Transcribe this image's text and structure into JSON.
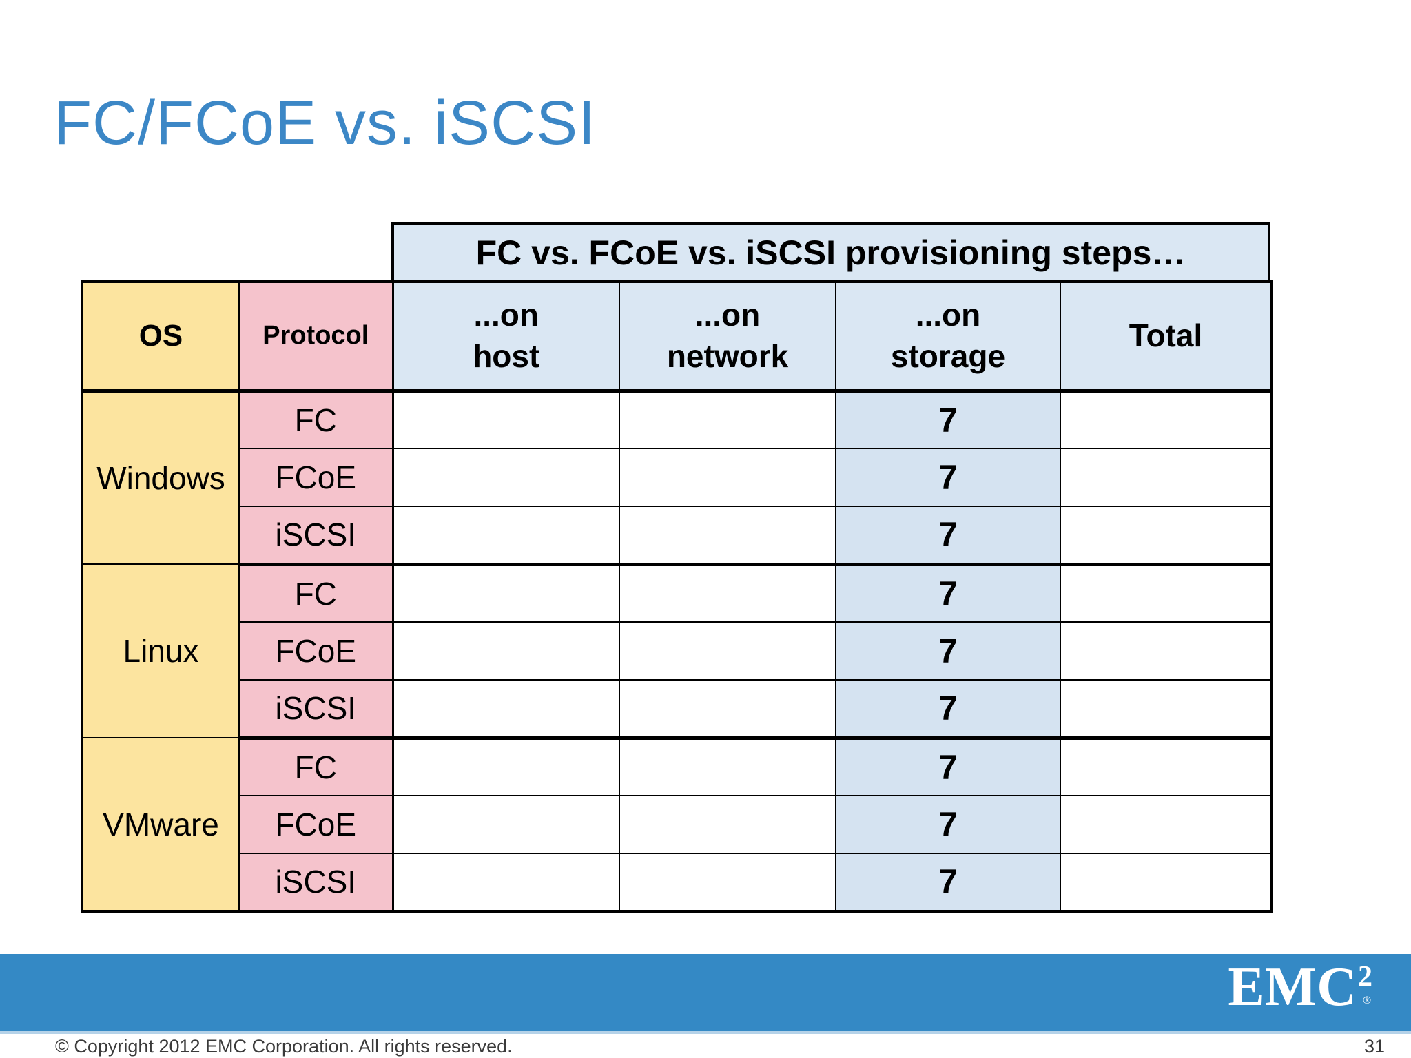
{
  "title": "FC/FCoE vs. iSCSI",
  "table": {
    "banner": "FC vs. FCoE vs. iSCSI provisioning steps…",
    "headers": {
      "os": "OS",
      "protocol": "Protocol",
      "host": "...on\nhost",
      "network": "...on\nnetwork",
      "storage": "...on\nstorage",
      "total": "Total"
    },
    "groups": [
      {
        "os": "Windows",
        "rows": [
          {
            "protocol": "FC",
            "host": "",
            "network": "",
            "storage": "7",
            "total": ""
          },
          {
            "protocol": "FCoE",
            "host": "",
            "network": "",
            "storage": "7",
            "total": ""
          },
          {
            "protocol": "iSCSI",
            "host": "",
            "network": "",
            "storage": "7",
            "total": ""
          }
        ]
      },
      {
        "os": "Linux",
        "rows": [
          {
            "protocol": "FC",
            "host": "",
            "network": "",
            "storage": "7",
            "total": ""
          },
          {
            "protocol": "FCoE",
            "host": "",
            "network": "",
            "storage": "7",
            "total": ""
          },
          {
            "protocol": "iSCSI",
            "host": "",
            "network": "",
            "storage": "7",
            "total": ""
          }
        ]
      },
      {
        "os": "VMware",
        "rows": [
          {
            "protocol": "FC",
            "host": "",
            "network": "",
            "storage": "7",
            "total": ""
          },
          {
            "protocol": "FCoE",
            "host": "",
            "network": "",
            "storage": "7",
            "total": ""
          },
          {
            "protocol": "iSCSI",
            "host": "",
            "network": "",
            "storage": "7",
            "total": ""
          }
        ]
      }
    ]
  },
  "logo": {
    "text": "EMC",
    "exponent": "2",
    "registered": "®"
  },
  "footer": {
    "copyright": "© Copyright 2012 EMC Corporation. All rights reserved.",
    "page_number": "31"
  },
  "colors": {
    "title_blue": "#3C87C6",
    "bar_blue": "#3489C5",
    "header_blue_bg": "#DAE7F3",
    "storage_cell_bg": "#D5E3F1",
    "os_yellow_bg": "#FCE49F",
    "protocol_pink_bg": "#F5C3CC",
    "footer_text": "#3A3A3A"
  }
}
